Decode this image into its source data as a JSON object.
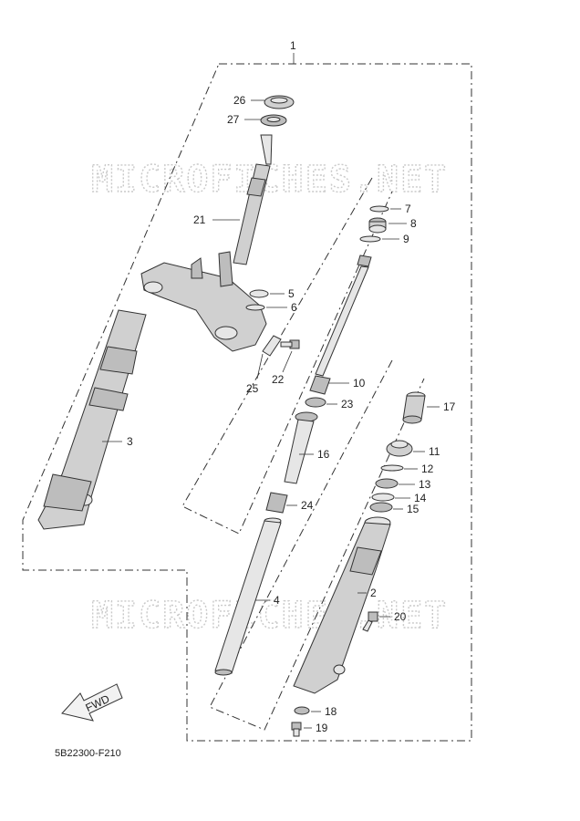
{
  "watermark": "MICROFICHES.NET",
  "diagram_code": "5B22300-F210",
  "fwd_label": "FWD",
  "callouts": {
    "c1": "1",
    "c2": "2",
    "c3": "3",
    "c4": "4",
    "c5": "5",
    "c6": "6",
    "c7": "7",
    "c8": "8",
    "c9": "9",
    "c10": "10",
    "c11": "11",
    "c12": "12",
    "c13": "13",
    "c14": "14",
    "c15": "15",
    "c16": "16",
    "c17": "17",
    "c18": "18",
    "c19": "19",
    "c20": "20",
    "c21": "21",
    "c22": "22",
    "c23": "23",
    "c24": "24",
    "c25": "25",
    "c26": "26",
    "c27": "27"
  }
}
